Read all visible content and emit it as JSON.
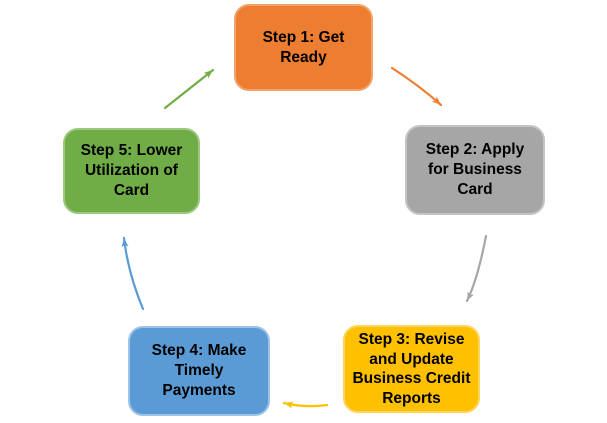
{
  "diagram": {
    "background_color": "#ffffff",
    "text_color": "#000000",
    "steps": [
      {
        "id": "step-1",
        "label": "Step 1: Get\nReady",
        "fill": "#ED7D31",
        "border": "#F2A369"
      },
      {
        "id": "step-2",
        "label": "Step 2: Apply\nfor Business\nCard",
        "fill": "#A6A6A6",
        "border": "#C4C4C4"
      },
      {
        "id": "step-3",
        "label": "Step 3: Revise\nand Update\nBusiness Credit\nReports",
        "fill": "#FFC000",
        "border": "#FFD45C"
      },
      {
        "id": "step-4",
        "label": "Step 4: Make\nTimely\nPayments",
        "fill": "#5B9BD5",
        "border": "#9DC3E6"
      },
      {
        "id": "step-5",
        "label": "Step 5: Lower\nUtilization of\nCard",
        "fill": "#70AD47",
        "border": "#9CC97E"
      }
    ],
    "arrows": [
      {
        "from": "Step 1: Get Ready",
        "to": "Step 2: Apply for Business Card",
        "color": "#ED7D31"
      },
      {
        "from": "Step 2: Apply for Business Card",
        "to": "Step 3: Revise and Update Business Credit Reports",
        "color": "#A6A6A6"
      },
      {
        "from": "Step 3: Revise and Update Business Credit Reports",
        "to": "Step 4: Make Timely Payments",
        "color": "#FFC000"
      },
      {
        "from": "Step 4: Make Timely Payments",
        "to": "Step 5: Lower Utilization of Card",
        "color": "#5B9BD5"
      },
      {
        "from": "Step 5: Lower Utilization of Card",
        "to": "Step 1: Get Ready",
        "color": "#70AD47"
      }
    ]
  }
}
